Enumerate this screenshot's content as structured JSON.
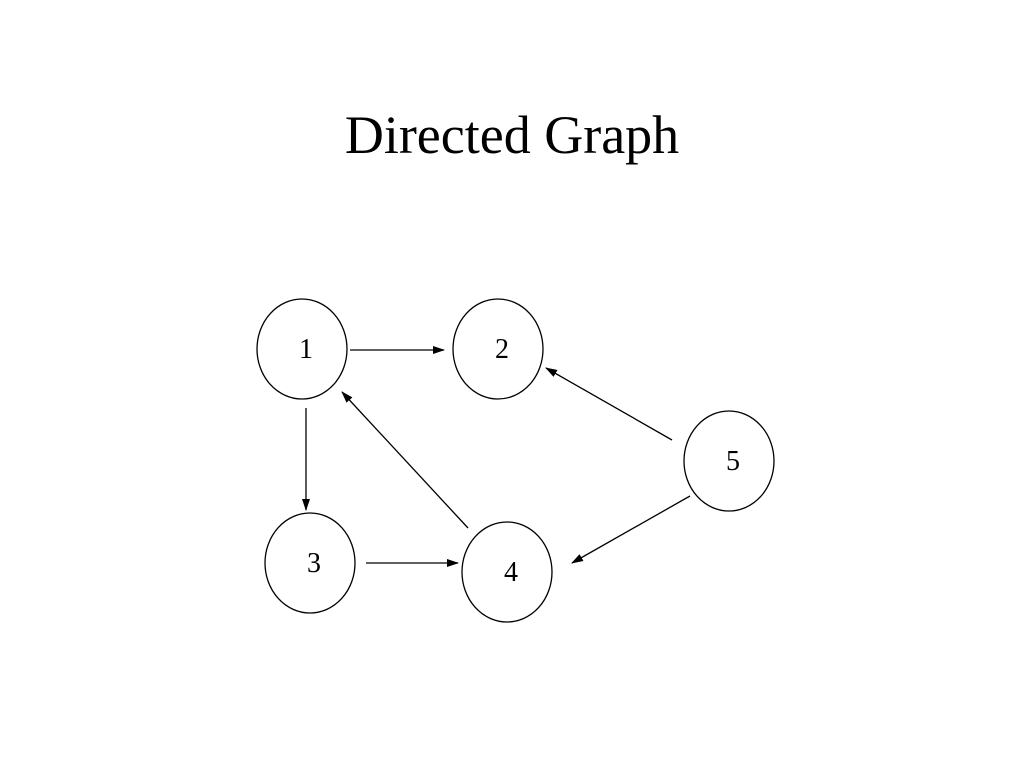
{
  "title": "Directed Graph",
  "graph": {
    "nodes": [
      {
        "id": "1",
        "label": "1"
      },
      {
        "id": "2",
        "label": "2"
      },
      {
        "id": "3",
        "label": "3"
      },
      {
        "id": "4",
        "label": "4"
      },
      {
        "id": "5",
        "label": "5"
      }
    ],
    "edges": [
      {
        "from": "1",
        "to": "2"
      },
      {
        "from": "1",
        "to": "3"
      },
      {
        "from": "3",
        "to": "4"
      },
      {
        "from": "4",
        "to": "1"
      },
      {
        "from": "5",
        "to": "2"
      },
      {
        "from": "5",
        "to": "4"
      }
    ]
  }
}
